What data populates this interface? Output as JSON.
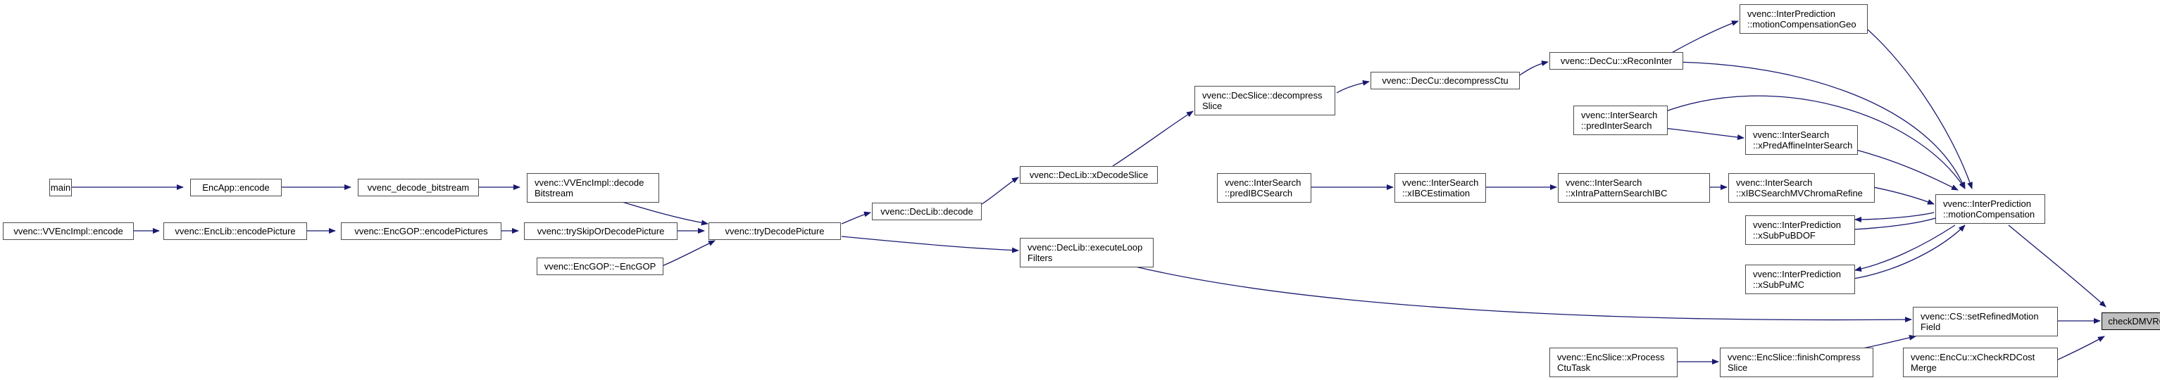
{
  "graph": {
    "title": "checkDMVRCondition caller graph",
    "root": "checkDMVRCondition",
    "nodes": {
      "main": [
        "main"
      ],
      "encapp_encode": [
        "EncApp::encode"
      ],
      "decode_bitstream": [
        "vvenc_decode_bitstream"
      ],
      "vvencimpl_decode": [
        "vvenc::VVEncImpl::decode",
        "Bitstream"
      ],
      "vvencimpl_encode": [
        "vvenc::VVEncImpl::encode"
      ],
      "enclib_encodepicture": [
        "vvenc::EncLib::encodePicture"
      ],
      "encgop_encodepictures": [
        "vvenc::EncGOP::encodePictures"
      ],
      "tryskip": [
        "vvenc::trySkipOrDecodePicture"
      ],
      "encgop_dtor": [
        "vvenc::EncGOP::~EncGOP"
      ],
      "trydecodepicture": [
        "vvenc::tryDecodePicture"
      ],
      "declib_decode": [
        "vvenc::DecLib::decode"
      ],
      "declib_xdecodeslice": [
        "vvenc::DecLib::xDecodeSlice"
      ],
      "declib_executeloop": [
        "vvenc::DecLib::executeLoop",
        "Filters"
      ],
      "decslice_decompress": [
        "vvenc::DecSlice::decompress",
        "Slice"
      ],
      "deccu_decompressctu": [
        "vvenc::DecCu::decompressCtu"
      ],
      "deccu_xreconinter": [
        "vvenc::DecCu::xReconInter"
      ],
      "interpred_mcgeo": [
        "vvenc::InterPrediction",
        "::motionCompensationGeo"
      ],
      "intersearch_predinter": [
        "vvenc::InterSearch",
        "::predInterSearch"
      ],
      "intersearch_xpredaffine": [
        "vvenc::InterSearch",
        "::xPredAffineInterSearch"
      ],
      "intersearch_predibc": [
        "vvenc::InterSearch",
        "::predIBCSearch"
      ],
      "intersearch_xibcest": [
        "vvenc::InterSearch",
        "::xIBCEstimation"
      ],
      "intersearch_xintrapattern": [
        "vvenc::InterSearch",
        "::xIntraPatternSearchIBC"
      ],
      "intersearch_xibcchroma": [
        "vvenc::InterSearch",
        "::xIBCSearchMVChromaRefine"
      ],
      "interpred_xsubpubdof": [
        "vvenc::InterPrediction",
        "::xSubPuBDOF"
      ],
      "interpred_xsubpumc": [
        "vvenc::InterPrediction",
        "::xSubPuMC"
      ],
      "interpred_mc": [
        "vvenc::InterPrediction",
        "::motionCompensation"
      ],
      "cs_setrefined": [
        "vvenc::CS::setRefinedMotion",
        "Field"
      ],
      "encslice_xprocess": [
        "vvenc::EncSlice::xProcess",
        "CtuTask"
      ],
      "encslice_finish": [
        "vvenc::EncSlice::finishCompress",
        "Slice"
      ],
      "enccu_xcheckrd": [
        "vvenc::EncCu::xCheckRDCost",
        "Merge"
      ],
      "root": [
        "checkDMVRCondition"
      ]
    }
  }
}
